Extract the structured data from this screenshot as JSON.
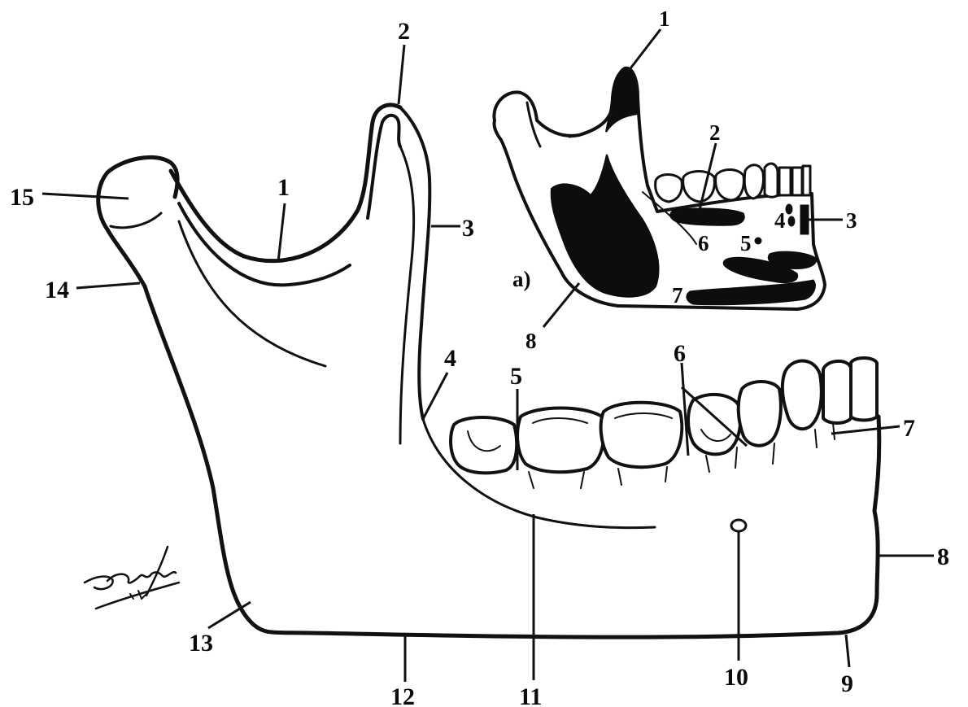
{
  "main_figure": {
    "labels": [
      "1",
      "2",
      "3",
      "4",
      "5",
      "6",
      "7",
      "8",
      "9",
      "10",
      "11",
      "12",
      "13",
      "14",
      "15"
    ]
  },
  "inset_figure": {
    "tag": "a)",
    "labels": [
      "1",
      "2",
      "3",
      "4",
      "5",
      "6",
      "7",
      "8"
    ]
  },
  "colors": {
    "ink": "#111111",
    "paper": "#ffffff",
    "fill": "#0d0d0d"
  }
}
